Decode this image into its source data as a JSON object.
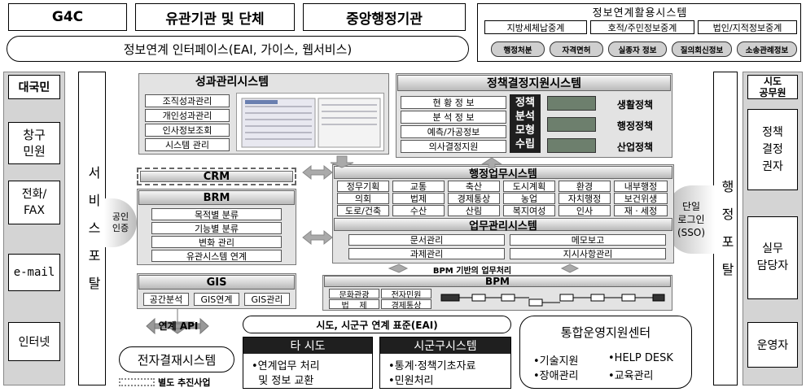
{
  "top": {
    "g4c": "G4C",
    "agencies": "유관기관 및 단체",
    "central": "중앙행정기관",
    "interface": "정보연계 인터페이스(EAI, 가이스, 웹서비스)"
  },
  "link_system": {
    "title": "정보연계활용시스템",
    "row1": [
      "지방세체납중계",
      "호적/주민정보중계",
      "법인/지적정보중계"
    ],
    "row2": [
      "행정처분",
      "자격면허",
      "실종자 정보",
      "질의회신정보",
      "소송관례정보"
    ]
  },
  "left": {
    "citizen": "대국민",
    "items": [
      "창구\n민원",
      "전화/\nFAX",
      "e-mail",
      "인터넷"
    ],
    "portal": "서비스포탈",
    "cert": "공인\n인증"
  },
  "right": {
    "public": "시도\n공무원",
    "items": [
      "정책\n결정\n권자",
      "실무\n담당자",
      "운영자"
    ],
    "portal": "행정포탈",
    "sso": "단일\n로그인\n(SSO)"
  },
  "perf": {
    "title": "성과관리시스템",
    "items": [
      "조직성과관리",
      "개인성과관리",
      "인사정보조회",
      "시스템 관리"
    ]
  },
  "policy": {
    "title": "정책결정지원시스템",
    "items": [
      "현 황 정 보",
      "분 석 정 보",
      "예측/가공정보",
      "의사결정지원"
    ],
    "method": "정책\n분석\n모형\n수립",
    "results": [
      "생활정책",
      "행정정책",
      "산업정책"
    ]
  },
  "crm": {
    "title": "CRM"
  },
  "brm": {
    "title": "BRM",
    "items": [
      "목적별 분류",
      "기능별 분류",
      "변화 관리",
      "유관시스템 연계"
    ]
  },
  "admin": {
    "title": "행정업무시스템",
    "grid": [
      [
        "정무기획",
        "교통",
        "축산",
        "도시계획",
        "환경",
        "내부행정"
      ],
      [
        "의회",
        "법제",
        "경제통상",
        "농업",
        "자치행정",
        "보건위생"
      ],
      [
        "도로/건축",
        "수산",
        "산림",
        "복지여성",
        "인사",
        "재ㆍ세정"
      ]
    ]
  },
  "biz": {
    "title": "업무관리시스템",
    "items": [
      "문서관리",
      "메모보고",
      "과제관리",
      "지시사항관리"
    ]
  },
  "bpm": {
    "caption": "BPM 기반의 업무처리",
    "title": "BPM",
    "items": [
      "문화관광",
      "전자민원",
      "법    제",
      "경제통상"
    ]
  },
  "gis": {
    "title": "GIS",
    "items": [
      "공간분석",
      "GIS연계",
      "GIS관리"
    ]
  },
  "bottom": {
    "api": "연계 API",
    "esign": "전자결재시스템",
    "legend": "별도 추진사업",
    "eai": "시도, 시군구 연계 표준(EAI)",
    "other_city": {
      "title": "타 시도",
      "items": [
        "•연계업무 처리",
        "  및 정보 교환"
      ]
    },
    "local": {
      "title": "시군구시스템",
      "items": [
        "•통계·정책기초자료",
        "•민원처리"
      ]
    },
    "ops": {
      "title": "통합운영지원센터",
      "items": [
        "•기술지원",
        "•HELP DESK",
        "•장애관리",
        "•교육관리"
      ]
    }
  },
  "colors": {
    "header_dark": "#1f1f1f",
    "panel": "#e3e3e3",
    "cell": "#ffffff"
  }
}
